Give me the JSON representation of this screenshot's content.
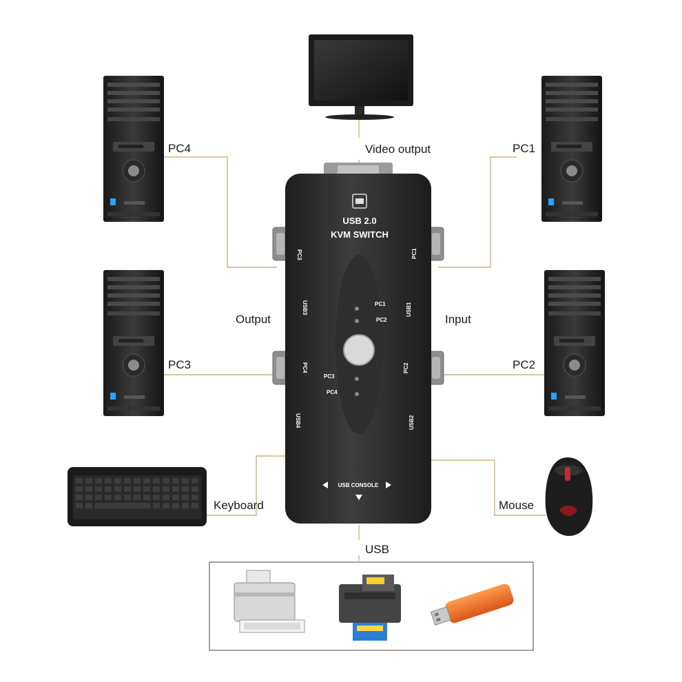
{
  "labels": {
    "video_output": "Video output",
    "pc1": "PC1",
    "pc2": "PC2",
    "pc3": "PC3",
    "pc4": "PC4",
    "output": "Output",
    "input": "Input",
    "keyboard": "Keyboard",
    "mouse": "Mouse",
    "usb": "USB"
  },
  "device": {
    "title_line1": "USB 2.0",
    "title_line2": "KVM SWITCH",
    "side_left_1": "PC3",
    "side_left_2": "USB3",
    "side_left_3": "PC4",
    "side_left_4": "USB4",
    "side_right_1": "PC1",
    "side_right_2": "USB1",
    "side_right_3": "PC2",
    "side_right_4": "USB2",
    "led_pc1": "PC1",
    "led_pc2": "PC2",
    "led_pc3": "PC3",
    "led_pc4": "PC4",
    "console": "USB CONSOLE"
  },
  "colors": {
    "connector_line": "#c9b77a",
    "device_body": "#2b2b2b"
  }
}
